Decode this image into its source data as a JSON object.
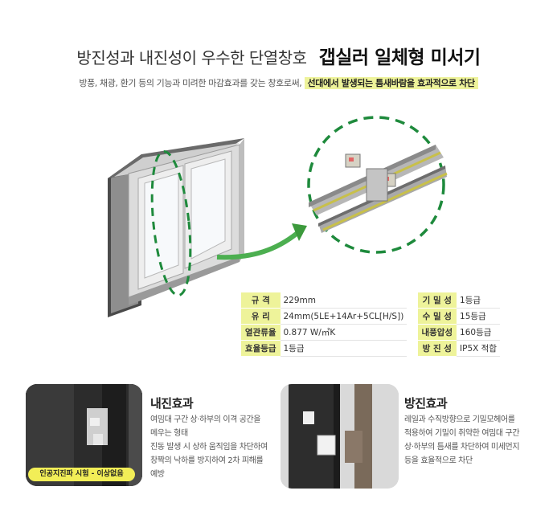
{
  "header": {
    "title_light": "방진성과 내진성이 우수한 단열창호",
    "title_bold": "갭실러 일체형 미서기",
    "subtitle_plain": "방풍, 채광, 환기 등의 기능과 미려한 마감효과를 갖는 창호로써,",
    "subtitle_highlight": "선대에서 발생되는 틈새바람을 효과적으로 차단"
  },
  "specs": [
    {
      "label_l": "규      격",
      "value_l": "229mm",
      "label_r": "기 밀 성",
      "value_r": "1등급"
    },
    {
      "label_l": "유      리",
      "value_l": "24mm(5LE+14Ar+5CL[H/S])",
      "label_r": "수 밀 성",
      "value_r": "15등급"
    },
    {
      "label_l": "열관류율",
      "value_l": "0.877 W/㎡K",
      "label_r": "내풍압성",
      "value_r": "160등급"
    },
    {
      "label_l": "효율등급",
      "value_l": "1등급",
      "label_r": "방 진 성",
      "value_r": "IP5X 적합"
    }
  ],
  "cards": {
    "seismic": {
      "title": "내진효과",
      "lines": [
        "여밈대 구간 상·하부의 이격 공간을",
        "메우는 형태",
        "진동 발생 시 상하 움직임을 차단하여",
        "창짝의 낙하를 방지하여 2차 피해를",
        "예방"
      ],
      "badge": "인공지진파 시험 - 이상없음"
    },
    "dustproof": {
      "title": "방진효과",
      "lines": [
        "레일과 수직방향으로 기밀모헤어를",
        "적용하여 기밀이 취약한 여밈대 구간",
        "상·하부의 틈새를 차단하여 미세먼지",
        "등을 효율적으로 차단"
      ]
    }
  },
  "colors": {
    "highlight": "#eef39a",
    "accent_green": "#1e8a3c",
    "badge": "#f2ee57"
  }
}
